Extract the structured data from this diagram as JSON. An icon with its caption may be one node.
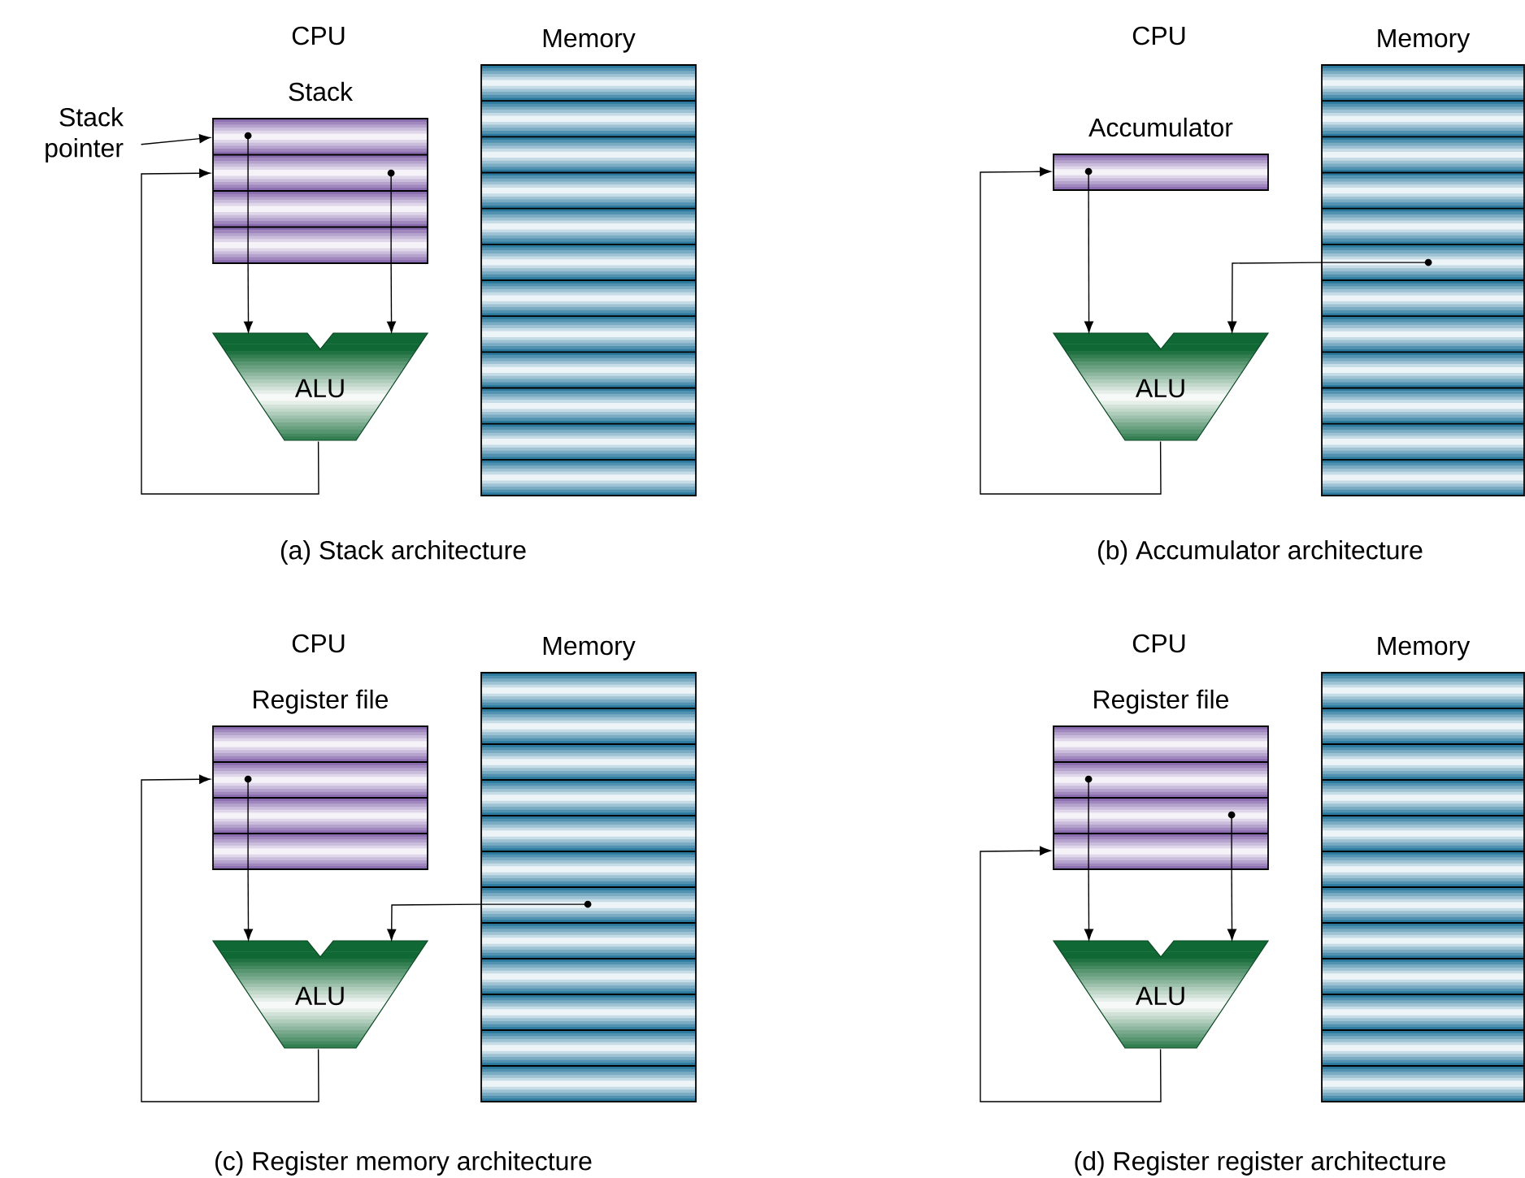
{
  "diagram": {
    "nodes": [
      {
        "text": [
          "Stack pointer"
        ]
      },
      {
        "text": [
          "Stack"
        ]
      },
      {
        "text": [
          "Memory"
        ]
      },
      {
        "text": [
          "ALU"
        ]
      },
      {
        "text": [
          "Accumulator"
        ]
      },
      {
        "text": [
          "Memory"
        ]
      },
      {
        "text": [
          "ALU"
        ]
      },
      {
        "text": [
          "Register file"
        ]
      },
      {
        "text": [
          "Memory"
        ]
      },
      {
        "text": [
          "ALU"
        ]
      },
      {
        "text": [
          "Register file"
        ]
      },
      {
        "text": [
          "Memory"
        ]
      },
      {
        "text": [
          "ALU"
        ]
      }
    ],
    "edges": [
      {
        "from": 0,
        "to": 1,
        "arrow": "to"
      },
      {
        "from": 1,
        "to": 3,
        "arrow": "to"
      },
      {
        "from": 1,
        "to": 3,
        "arrow": "to"
      },
      {
        "from": 3,
        "to": 1,
        "arrow": "to"
      },
      {
        "from": 4,
        "to": 6,
        "arrow": "to"
      },
      {
        "from": 5,
        "to": 6,
        "arrow": "to"
      },
      {
        "from": 6,
        "to": 4,
        "arrow": "to"
      },
      {
        "from": 7,
        "to": 9,
        "arrow": "to"
      },
      {
        "from": 8,
        "to": 9,
        "arrow": "to"
      },
      {
        "from": 9,
        "to": 7,
        "arrow": "to"
      },
      {
        "from": 10,
        "to": 12,
        "arrow": "to"
      },
      {
        "from": 10,
        "to": 12,
        "arrow": "to"
      },
      {
        "from": 12,
        "to": 10,
        "arrow": "to"
      }
    ],
    "labels": [
      "CPU",
      "CPU",
      "(a) Stack architecture",
      "(b) Accumulator architecture",
      "CPU",
      "CPU",
      "(c) Register memory architecture",
      "(d) Register register architecture"
    ]
  }
}
